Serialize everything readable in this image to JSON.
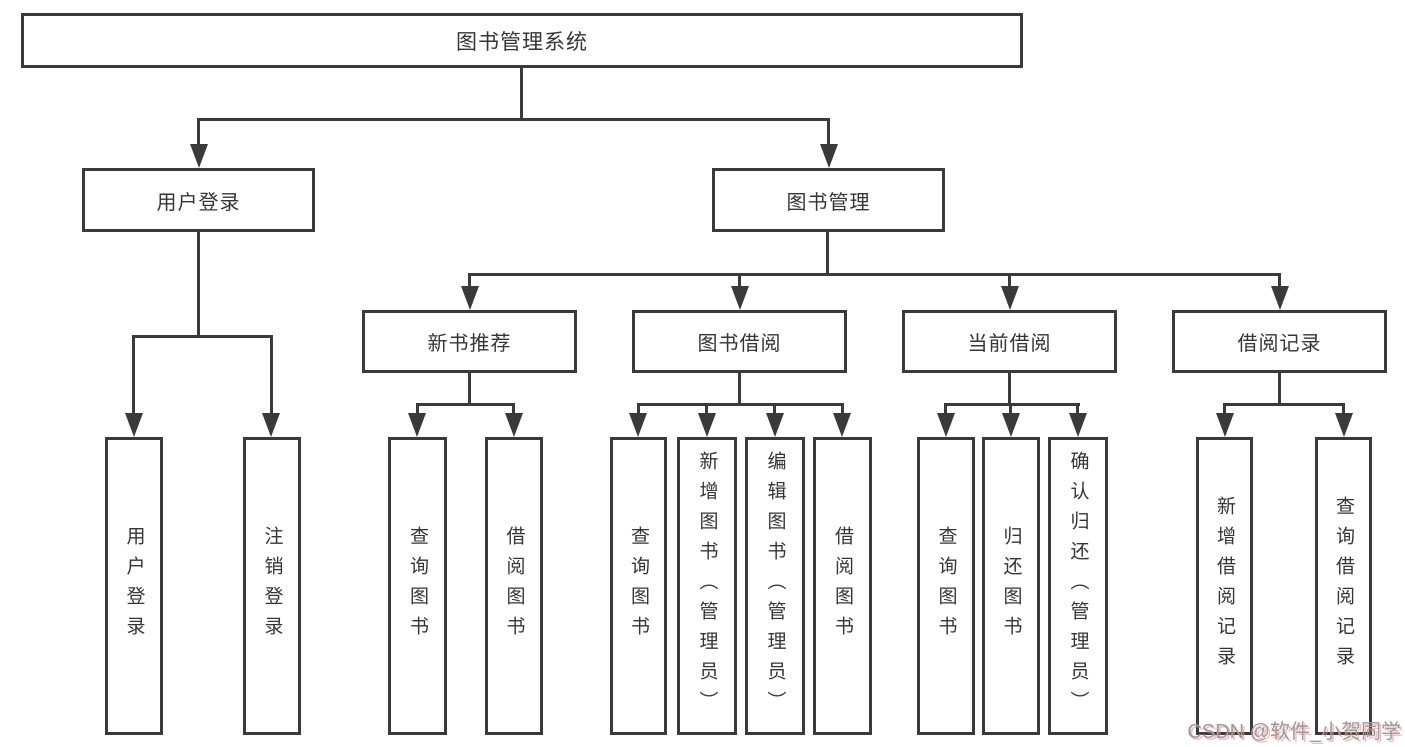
{
  "colors": {
    "line": "#3a3a3a",
    "text": "#353535",
    "background": "#ffffff",
    "watermark_gray": "#9b9b9b",
    "watermark_red": "#ee8282"
  },
  "watermark": {
    "text": "CSDN @软件_小贺同学"
  },
  "tree": {
    "root": {
      "label": "图书管理系统"
    },
    "level2": [
      {
        "label": "用户登录",
        "children": [
          {
            "label": "用户登录"
          },
          {
            "label": "注销登录"
          }
        ]
      },
      {
        "label": "图书管理",
        "groups": [
          {
            "label": "新书推荐",
            "children": [
              {
                "label": "查询图书"
              },
              {
                "label": "借阅图书"
              }
            ]
          },
          {
            "label": "图书借阅",
            "children": [
              {
                "label": "查询图书"
              },
              {
                "label": "新增图书（管理员）"
              },
              {
                "label": "编辑图书（管理员）"
              },
              {
                "label": "借阅图书"
              }
            ]
          },
          {
            "label": "当前借阅",
            "children": [
              {
                "label": "查询图书"
              },
              {
                "label": "归还图书"
              },
              {
                "label": "确认归还（管理员）"
              }
            ]
          },
          {
            "label": "借阅记录",
            "children": [
              {
                "label": "新增借阅记录"
              },
              {
                "label": "查询借阅记录"
              }
            ]
          }
        ]
      }
    ]
  }
}
